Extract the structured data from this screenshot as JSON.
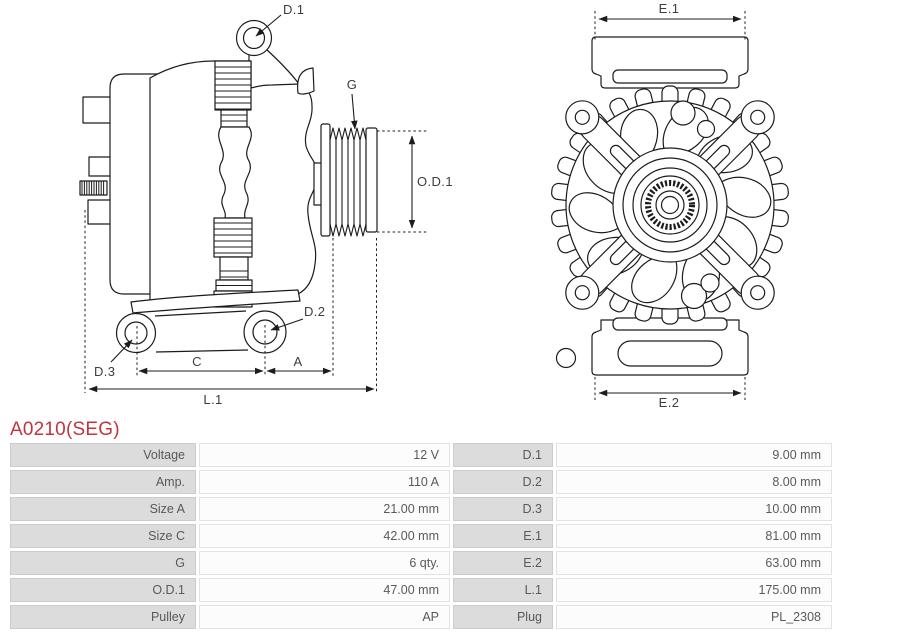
{
  "part": {
    "title": "A0210(SEG)"
  },
  "diagram": {
    "labels": {
      "d1": "D.1",
      "g": "G",
      "od1": "O.D.1",
      "d2": "D.2",
      "d3": "D.3",
      "c": "C",
      "a": "A",
      "l1": "L.1",
      "e1": "E.1",
      "e2": "E.2"
    }
  },
  "spec_table": {
    "rows": [
      {
        "label1": "Voltage",
        "value1": "12 V",
        "label2": "D.1",
        "value2": "9.00 mm"
      },
      {
        "label1": "Amp.",
        "value1": "110 A",
        "label2": "D.2",
        "value2": "8.00 mm"
      },
      {
        "label1": "Size A",
        "value1": "21.00 mm",
        "label2": "D.3",
        "value2": "10.00 mm"
      },
      {
        "label1": "Size C",
        "value1": "42.00 mm",
        "label2": "E.1",
        "value2": "81.00 mm"
      },
      {
        "label1": "G",
        "value1": "6 qty.",
        "label2": "E.2",
        "value2": "63.00 mm"
      },
      {
        "label1": "O.D.1",
        "value1": "47.00 mm",
        "label2": "L.1",
        "value2": "175.00 mm"
      },
      {
        "label1": "Pulley",
        "value1": "AP",
        "label2": "Plug",
        "value2": "PL_2308"
      }
    ]
  },
  "colors": {
    "accent_red": "#c23440",
    "cell_gray": "#dcdcdc",
    "cell_white": "#fcfcfc",
    "table_text": "#58595b",
    "drawing_line": "#1c1c1c"
  }
}
